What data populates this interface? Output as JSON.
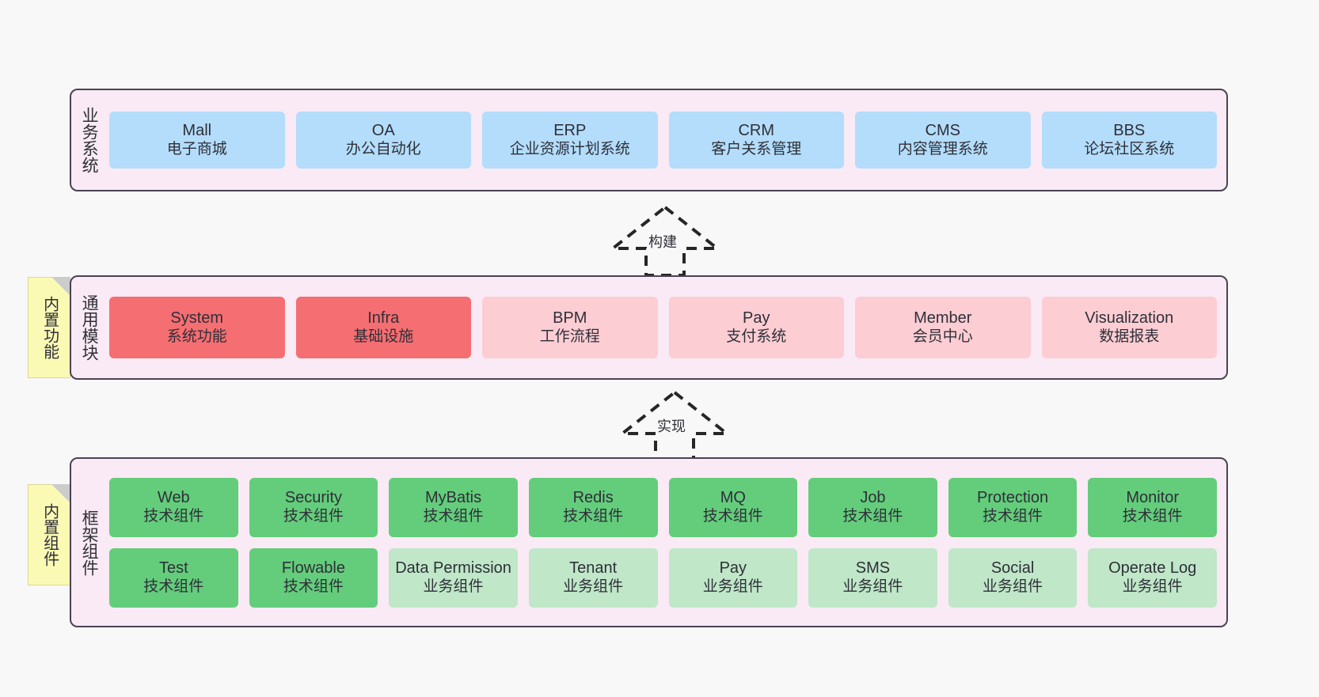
{
  "diagram": {
    "background_color": "#f8f8f8",
    "layer_fill": "#f9eaf5",
    "layer_border": "#4a4352",
    "note_fill": "#fbfab4",
    "colors": {
      "blue": "#b3ddfb",
      "red_strong": "#f46e72",
      "red_light": "#fccdd3",
      "green_strong": "#63cd7b",
      "green_light": "#bfe7c8"
    }
  },
  "notes": [
    {
      "id": "builtin-function",
      "text": "内置功能"
    },
    {
      "id": "builtin-component",
      "text": "内置组件"
    }
  ],
  "connectors": [
    {
      "id": "build",
      "label": "构建",
      "style": "dashed-hollow-arrow-up"
    },
    {
      "id": "implement",
      "label": "实现",
      "style": "dashed-hollow-arrow-up"
    }
  ],
  "layers": [
    {
      "id": "business-system",
      "title": "业务系统",
      "rows": [
        {
          "nodes": [
            {
              "en": "Mall",
              "cn": "电子商城",
              "color": "c-blue"
            },
            {
              "en": "OA",
              "cn": "办公自动化",
              "color": "c-blue"
            },
            {
              "en": "ERP",
              "cn": "企业资源计划系统",
              "color": "c-blue"
            },
            {
              "en": "CRM",
              "cn": "客户关系管理",
              "color": "c-blue"
            },
            {
              "en": "CMS",
              "cn": "内容管理系统",
              "color": "c-blue"
            },
            {
              "en": "BBS",
              "cn": "论坛社区系统",
              "color": "c-blue"
            }
          ]
        }
      ]
    },
    {
      "id": "common-module",
      "title": "通用模块",
      "rows": [
        {
          "nodes": [
            {
              "en": "System",
              "cn": "系统功能",
              "color": "c-red-strong"
            },
            {
              "en": "Infra",
              "cn": "基础设施",
              "color": "c-red-strong"
            },
            {
              "en": "BPM",
              "cn": "工作流程",
              "color": "c-red-light"
            },
            {
              "en": "Pay",
              "cn": "支付系统",
              "color": "c-red-light"
            },
            {
              "en": "Member",
              "cn": "会员中心",
              "color": "c-red-light"
            },
            {
              "en": "Visualization",
              "cn": "数据报表",
              "color": "c-red-light"
            }
          ]
        }
      ]
    },
    {
      "id": "framework-component",
      "title": "框架组件",
      "rows": [
        {
          "nodes": [
            {
              "en": "Web",
              "cn": "技术组件",
              "color": "c-green-strong"
            },
            {
              "en": "Security",
              "cn": "技术组件",
              "color": "c-green-strong"
            },
            {
              "en": "MyBatis",
              "cn": "技术组件",
              "color": "c-green-strong"
            },
            {
              "en": "Redis",
              "cn": "技术组件",
              "color": "c-green-strong"
            },
            {
              "en": "MQ",
              "cn": "技术组件",
              "color": "c-green-strong"
            },
            {
              "en": "Job",
              "cn": "技术组件",
              "color": "c-green-strong"
            },
            {
              "en": "Protection",
              "cn": "技术组件",
              "color": "c-green-strong"
            },
            {
              "en": "Monitor",
              "cn": "技术组件",
              "color": "c-green-strong"
            }
          ]
        },
        {
          "nodes": [
            {
              "en": "Test",
              "cn": "技术组件",
              "color": "c-green-strong"
            },
            {
              "en": "Flowable",
              "cn": "技术组件",
              "color": "c-green-strong"
            },
            {
              "en": "Data Permission",
              "cn": "业务组件",
              "color": "c-green-light"
            },
            {
              "en": "Tenant",
              "cn": "业务组件",
              "color": "c-green-light"
            },
            {
              "en": "Pay",
              "cn": "业务组件",
              "color": "c-green-light"
            },
            {
              "en": "SMS",
              "cn": "业务组件",
              "color": "c-green-light"
            },
            {
              "en": "Social",
              "cn": "业务组件",
              "color": "c-green-light"
            },
            {
              "en": "Operate Log",
              "cn": "业务组件",
              "color": "c-green-light"
            }
          ]
        }
      ]
    }
  ]
}
